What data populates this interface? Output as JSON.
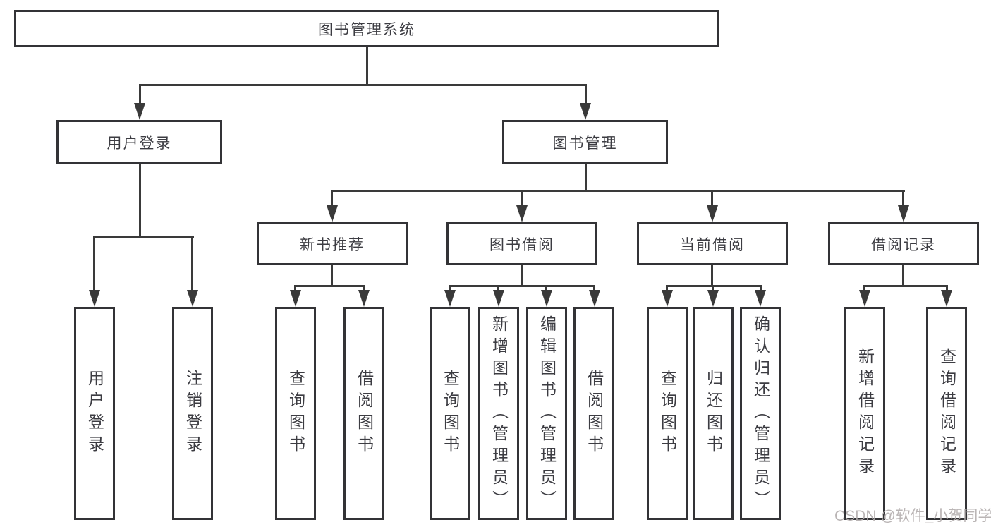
{
  "diagram": {
    "root": {
      "label": "图书管理系统"
    },
    "level2": [
      {
        "label": "用户登录"
      },
      {
        "label": "图书管理"
      }
    ],
    "level3": [
      {
        "label": "新书推荐"
      },
      {
        "label": "图书借阅"
      },
      {
        "label": "当前借阅"
      },
      {
        "label": "借阅记录"
      }
    ],
    "leaves": [
      {
        "label": "用户登录"
      },
      {
        "label": "注销登录"
      },
      {
        "label": "查询图书"
      },
      {
        "label": "借阅图书"
      },
      {
        "label": "查询图书"
      },
      {
        "label": "新增图书（管理员）"
      },
      {
        "label": "编辑图书（管理员）"
      },
      {
        "label": "借阅图书"
      },
      {
        "label": "查询图书"
      },
      {
        "label": "归还图书"
      },
      {
        "label": "确认归还（管理员）"
      },
      {
        "label": "新增借阅记录"
      },
      {
        "label": "查询借阅记录"
      }
    ]
  },
  "watermark": {
    "text": "CSDN @软件_小贺同学"
  },
  "colors": {
    "line": "#3a3a3a",
    "box_border": "#333336",
    "text": "#3c3c42",
    "watermark": "#b2adad",
    "background": "#ffffff"
  }
}
